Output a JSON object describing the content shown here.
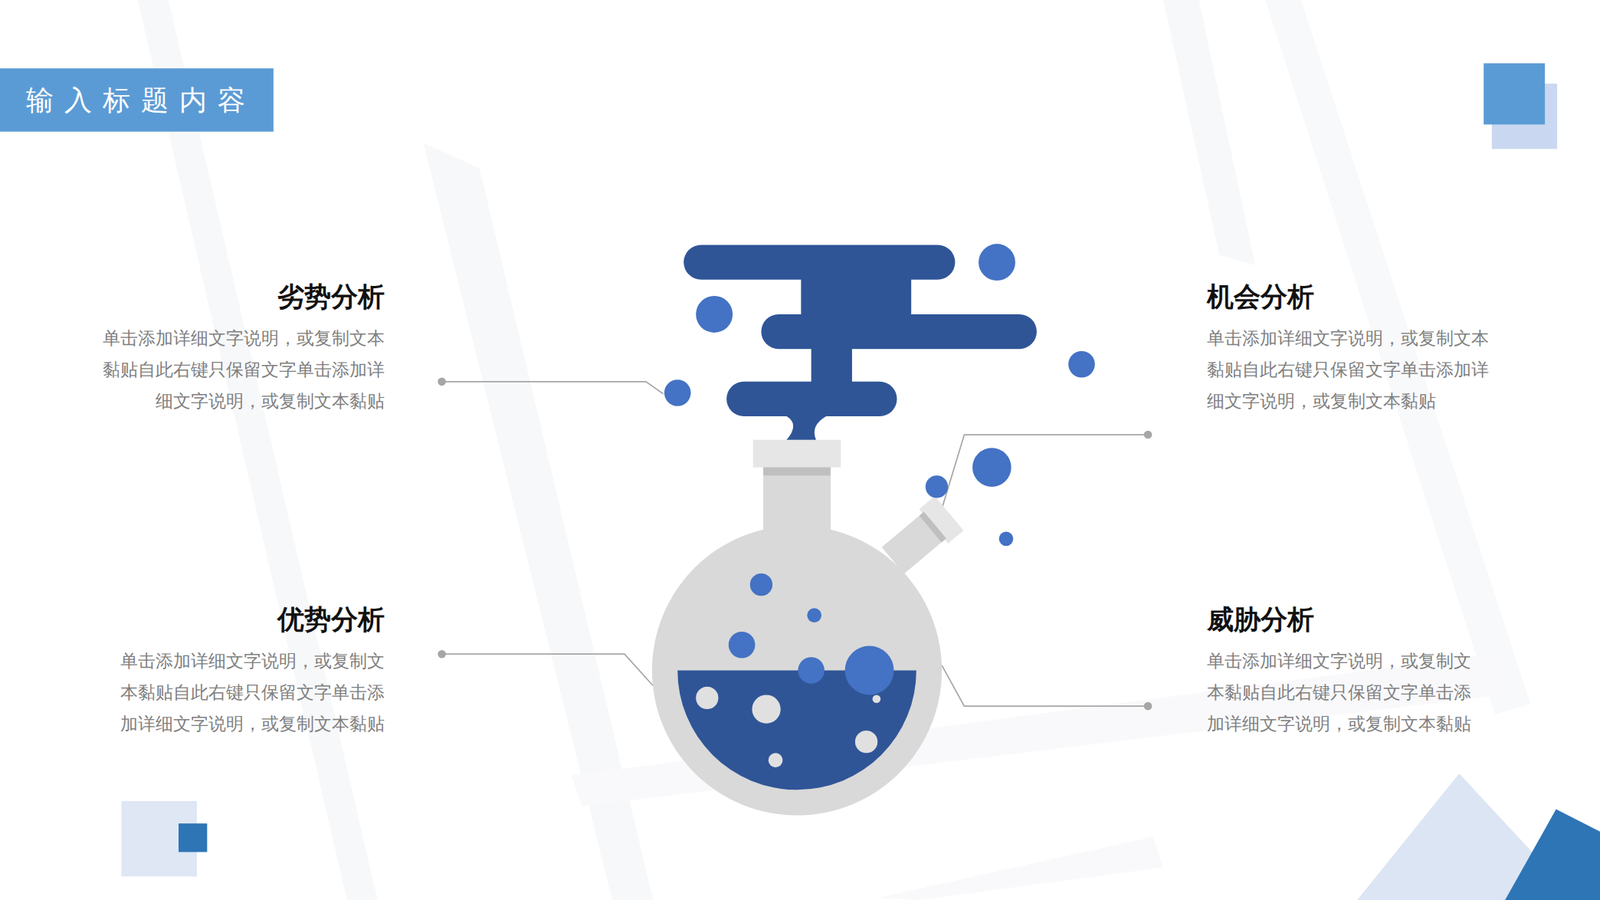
{
  "diagram": {
    "title": "输入标题内容",
    "nodes": [
      {
        "text": [
          "劣势分析",
          "单击添加详细文字说明，或复制文本 黏贴自此右键只保留文字单击添加详 细文字说明，或复制文本黏贴"
        ]
      },
      {
        "text": [
          "机会分析",
          "单击添加详细文字说明，或复制文本 黏贴自此右键只保留文字单击添加详 细文字说明，或复制文本黏贴"
        ]
      },
      {
        "text": [
          "优势分析",
          "单击添加详细文字说明，或复制文 本黏贴自此右键只保留文字单击添 加详细文字说明，或复制文本黏贴"
        ]
      },
      {
        "text": [
          "威胁分析",
          "单击添加详细文字说明，或复制文 本黏贴自此右键只保留文字单击添 加详细文字说明，或复制文本黏贴"
        ]
      }
    ]
  }
}
